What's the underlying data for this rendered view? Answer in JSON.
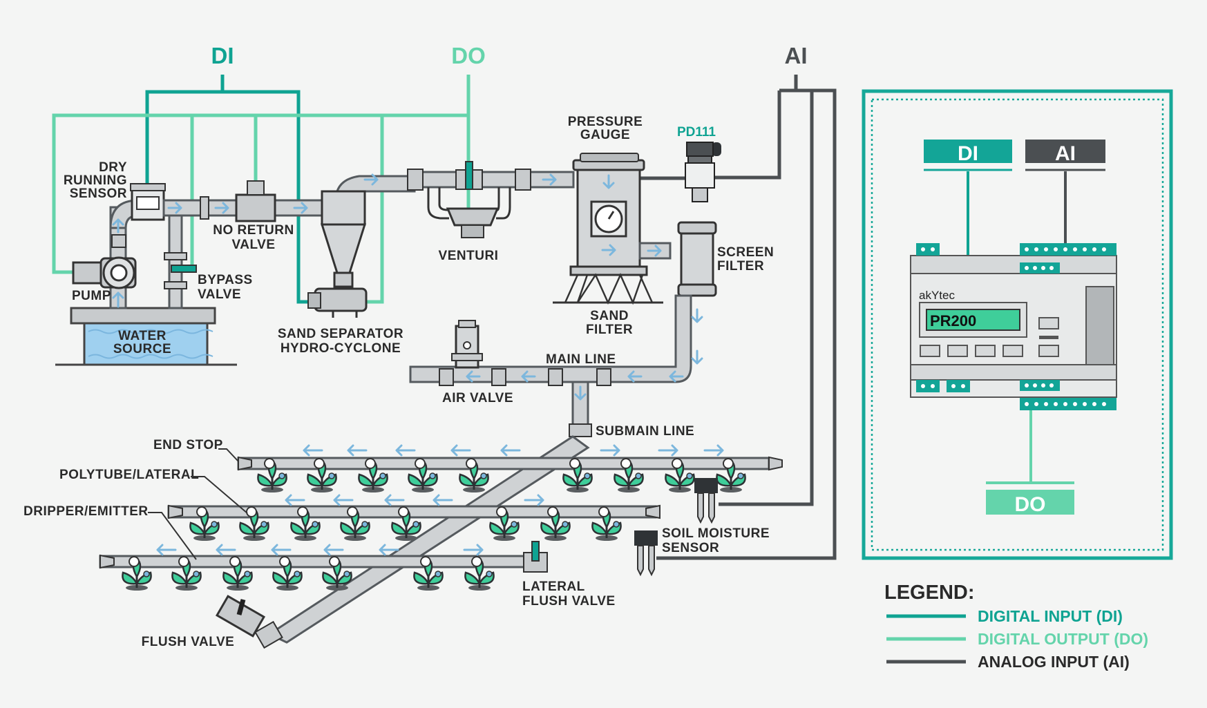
{
  "signals": {
    "di": "DI",
    "do": "DO",
    "ai": "AI"
  },
  "colors": {
    "di": "#0fa392",
    "do": "#64d4ab",
    "ai": "#4b4f52",
    "pipe": "#cfd2d4",
    "flow_arrow": "#7cb7dd",
    "water": "#9fd0ef",
    "plant": "#3fce9a"
  },
  "labels": {
    "dry_running_sensor": [
      "DRY",
      "RUNNING",
      "SENSOR"
    ],
    "pump": "PUMP",
    "water_source": [
      "WATER",
      "SOURCE"
    ],
    "no_return_valve": [
      "NO RETURN",
      "VALVE"
    ],
    "bypass_valve": [
      "BYPASS",
      "VALVE"
    ],
    "sand_separator": [
      "SAND SEPARATOR",
      "HYDRO-CYCLONE"
    ],
    "venturi": "VENTURI",
    "pressure_gauge": [
      "PRESSURE",
      "GAUGE"
    ],
    "pd111": "PD111",
    "screen_filter": [
      "SCREEN",
      "FILTER"
    ],
    "sand_filter": [
      "SAND",
      "FILTER"
    ],
    "main_line": "MAIN LINE",
    "air_valve": "AIR VALVE",
    "submain_line": "SUBMAIN LINE",
    "end_stop": "END STOP",
    "polytube_lateral": "POLYTUBE/LATERAL",
    "dripper_emitter": "DRIPPER/EMITTER",
    "soil_moisture_sensor": [
      "SOIL MOISTURE",
      "SENSOR"
    ],
    "lateral_flush_valve": [
      "LATERAL",
      "FLUSH VALVE"
    ],
    "flush_valve": "FLUSH VALVE"
  },
  "controller": {
    "brand": "akYtec",
    "model": "PR200",
    "inputs": {
      "di": "DI",
      "ai": "AI"
    },
    "outputs": {
      "do": "DO"
    }
  },
  "legend": {
    "title": "LEGEND:",
    "items": [
      {
        "label": "DIGITAL INPUT (DI)",
        "color": "#0fa392"
      },
      {
        "label": "DIGITAL OUTPUT (DO)",
        "color": "#64d4ab"
      },
      {
        "label": "ANALOG INPUT (AI)",
        "color": "#2a2a2a"
      }
    ]
  }
}
